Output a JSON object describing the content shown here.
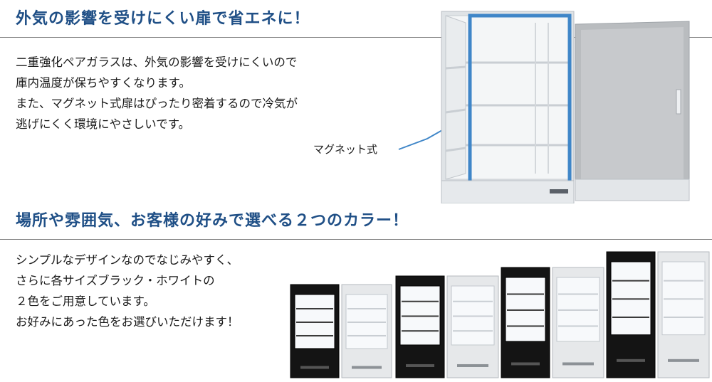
{
  "section1": {
    "heading": "外気の影響を受けにくい扉で省エネに！",
    "lines": [
      "二重強化ペアガラスは、外気の影響を受けにくいので",
      "庫内温度が保ちやすくなります。",
      "また、マグネット式扉はぴったり密着するので冷気が",
      "逃げにくく環境にやさしいです。"
    ],
    "callout_label": "マグネット式"
  },
  "section2": {
    "heading": "場所や雰囲気、お客様の好みで選べる２つのカラー！",
    "lines": [
      "シンプルなデザインなのでなじみやすく、",
      "さらに各サイズブラック・ホワイトの",
      "２色をご用意しています。",
      "お好みにあった色をお選びいただけます！"
    ]
  },
  "colors": {
    "heading": "#1f4f86",
    "magnet_highlight": "#3f86c8",
    "case_black": "#141414",
    "case_white": "#e6e8ea"
  },
  "lineup": [
    "black",
    "white",
    "black",
    "white",
    "black",
    "white",
    "black",
    "white"
  ]
}
